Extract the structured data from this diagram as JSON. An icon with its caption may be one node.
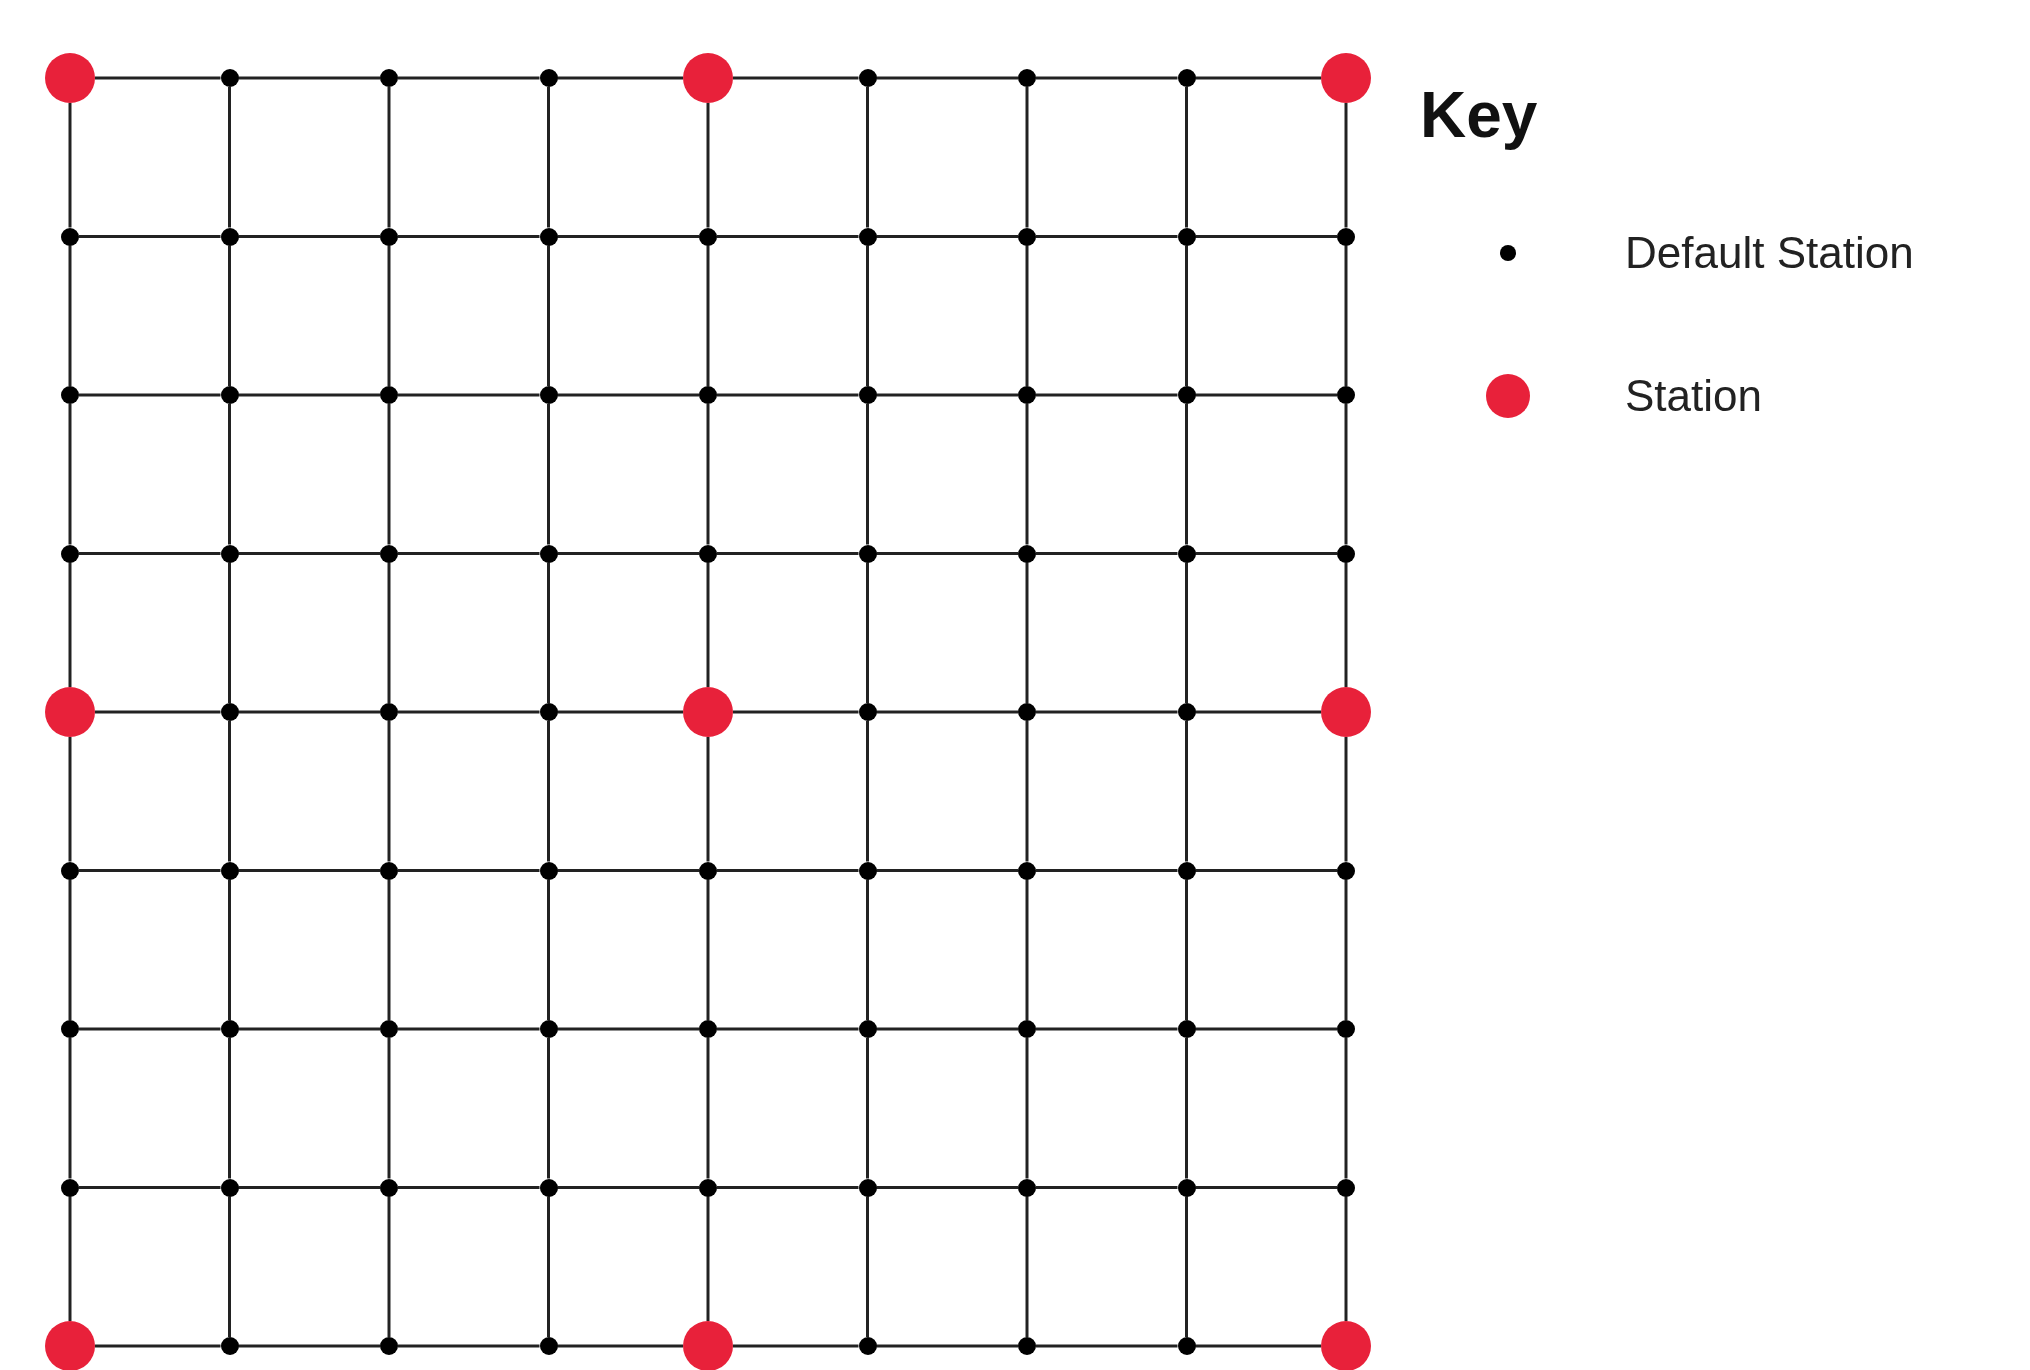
{
  "diagram": {
    "nodes": [
      {
        "text": [],
        "shape": "circle"
      },
      {
        "text": [],
        "shape": "circle"
      },
      {
        "text": [],
        "shape": "circle"
      },
      {
        "text": [],
        "shape": "circle"
      },
      {
        "text": [],
        "shape": "circle"
      },
      {
        "text": [],
        "shape": "circle"
      },
      {
        "text": [],
        "shape": "circle"
      },
      {
        "text": [],
        "shape": "circle"
      },
      {
        "text": [],
        "shape": "circle"
      },
      {
        "text": [],
        "shape": "circle"
      },
      {
        "text": [],
        "shape": "circle"
      },
      {
        "text": [],
        "shape": "circle"
      },
      {
        "text": [],
        "shape": "circle"
      },
      {
        "text": [],
        "shape": "circle"
      },
      {
        "text": [],
        "shape": "circle"
      },
      {
        "text": [],
        "shape": "circle"
      },
      {
        "text": [],
        "shape": "circle"
      },
      {
        "text": [],
        "shape": "circle"
      },
      {
        "text": [],
        "shape": "circle"
      },
      {
        "text": [],
        "shape": "circle"
      },
      {
        "text": [],
        "shape": "circle"
      },
      {
        "text": [],
        "shape": "circle"
      },
      {
        "text": [],
        "shape": "circle"
      },
      {
        "text": [],
        "shape": "circle"
      },
      {
        "text": [],
        "shape": "circle"
      },
      {
        "text": [],
        "shape": "circle"
      },
      {
        "text": [],
        "shape": "circle"
      },
      {
        "text": [],
        "shape": "circle"
      },
      {
        "text": [],
        "shape": "circle"
      },
      {
        "text": [],
        "shape": "circle"
      },
      {
        "text": [],
        "shape": "circle"
      },
      {
        "text": [],
        "shape": "circle"
      },
      {
        "text": [],
        "shape": "circle"
      },
      {
        "text": [],
        "shape": "circle"
      },
      {
        "text": [],
        "shape": "circle"
      },
      {
        "text": [],
        "shape": "circle"
      },
      {
        "text": [],
        "shape": "circle"
      },
      {
        "text": [],
        "shape": "circle"
      },
      {
        "text": [],
        "shape": "circle"
      },
      {
        "text": [],
        "shape": "circle"
      },
      {
        "text": [],
        "shape": "circle"
      },
      {
        "text": [],
        "shape": "circle"
      },
      {
        "text": [],
        "shape": "circle"
      },
      {
        "text": [],
        "shape": "circle"
      },
      {
        "text": [],
        "shape": "circle"
      },
      {
        "text": [],
        "shape": "circle"
      },
      {
        "text": [],
        "shape": "circle"
      },
      {
        "text": [],
        "shape": "circle"
      },
      {
        "text": [],
        "shape": "circle"
      },
      {
        "text": [],
        "shape": "circle"
      },
      {
        "text": [],
        "shape": "circle"
      },
      {
        "text": [],
        "shape": "circle"
      },
      {
        "text": [],
        "shape": "circle"
      },
      {
        "text": [],
        "shape": "circle"
      },
      {
        "text": [],
        "shape": "circle"
      },
      {
        "text": [],
        "shape": "circle"
      },
      {
        "text": [],
        "shape": "circle"
      },
      {
        "text": [],
        "shape": "circle"
      },
      {
        "text": [],
        "shape": "circle"
      },
      {
        "text": [],
        "shape": "circle"
      },
      {
        "text": [],
        "shape": "circle"
      },
      {
        "text": [],
        "shape": "circle"
      },
      {
        "text": [],
        "shape": "circle"
      },
      {
        "text": [],
        "shape": "circle"
      },
      {
        "text": [],
        "shape": "circle"
      },
      {
        "text": [],
        "shape": "circle"
      },
      {
        "text": [],
        "shape": "circle"
      },
      {
        "text": [],
        "shape": "circle"
      },
      {
        "text": [],
        "shape": "circle"
      },
      {
        "text": [],
        "shape": "circle"
      },
      {
        "text": [],
        "shape": "circle"
      },
      {
        "text": [],
        "shape": "circle"
      },
      {
        "text": [],
        "shape": "circle"
      },
      {
        "text": [],
        "shape": "circle"
      },
      {
        "text": [],
        "shape": "circle"
      },
      {
        "text": [],
        "shape": "circle"
      },
      {
        "text": [],
        "shape": "circle"
      },
      {
        "text": [],
        "shape": "circle"
      },
      {
        "text": [],
        "shape": "circle"
      },
      {
        "text": [],
        "shape": "circle"
      },
      {
        "text": [],
        "shape": "circle"
      }
    ],
    "edges": [
      {
        "from": 0,
        "to": 1,
        "arrow": "none"
      },
      {
        "from": 0,
        "to": 9,
        "arrow": "none"
      },
      {
        "from": 1,
        "to": 2,
        "arrow": "none"
      },
      {
        "from": 1,
        "to": 10,
        "arrow": "none"
      },
      {
        "from": 2,
        "to": 3,
        "arrow": "none"
      },
      {
        "from": 2,
        "to": 11,
        "arrow": "none"
      },
      {
        "from": 3,
        "to": 4,
        "arrow": "none"
      },
      {
        "from": 3,
        "to": 12,
        "arrow": "none"
      },
      {
        "from": 4,
        "to": 5,
        "arrow": "none"
      },
      {
        "from": 4,
        "to": 13,
        "arrow": "none"
      },
      {
        "from": 5,
        "to": 6,
        "arrow": "none"
      },
      {
        "from": 5,
        "to": 14,
        "arrow": "none"
      },
      {
        "from": 6,
        "to": 7,
        "arrow": "none"
      },
      {
        "from": 6,
        "to": 15,
        "arrow": "none"
      },
      {
        "from": 7,
        "to": 8,
        "arrow": "none"
      },
      {
        "from": 7,
        "to": 16,
        "arrow": "none"
      },
      {
        "from": 8,
        "to": 17,
        "arrow": "none"
      },
      {
        "from": 9,
        "to": 10,
        "arrow": "none"
      },
      {
        "from": 9,
        "to": 18,
        "arrow": "none"
      },
      {
        "from": 10,
        "to": 11,
        "arrow": "none"
      },
      {
        "from": 10,
        "to": 19,
        "arrow": "none"
      },
      {
        "from": 11,
        "to": 12,
        "arrow": "none"
      },
      {
        "from": 11,
        "to": 20,
        "arrow": "none"
      },
      {
        "from": 12,
        "to": 13,
        "arrow": "none"
      },
      {
        "from": 12,
        "to": 21,
        "arrow": "none"
      },
      {
        "from": 13,
        "to": 14,
        "arrow": "none"
      },
      {
        "from": 13,
        "to": 22,
        "arrow": "none"
      },
      {
        "from": 14,
        "to": 15,
        "arrow": "none"
      },
      {
        "from": 14,
        "to": 23,
        "arrow": "none"
      },
      {
        "from": 15,
        "to": 16,
        "arrow": "none"
      },
      {
        "from": 15,
        "to": 24,
        "arrow": "none"
      },
      {
        "from": 16,
        "to": 17,
        "arrow": "none"
      },
      {
        "from": 16,
        "to": 25,
        "arrow": "none"
      },
      {
        "from": 17,
        "to": 26,
        "arrow": "none"
      },
      {
        "from": 18,
        "to": 19,
        "arrow": "none"
      },
      {
        "from": 18,
        "to": 27,
        "arrow": "none"
      },
      {
        "from": 19,
        "to": 20,
        "arrow": "none"
      },
      {
        "from": 19,
        "to": 28,
        "arrow": "none"
      },
      {
        "from": 20,
        "to": 21,
        "arrow": "none"
      },
      {
        "from": 20,
        "to": 29,
        "arrow": "none"
      },
      {
        "from": 21,
        "to": 22,
        "arrow": "none"
      },
      {
        "from": 21,
        "to": 30,
        "arrow": "none"
      },
      {
        "from": 22,
        "to": 23,
        "arrow": "none"
      },
      {
        "from": 22,
        "to": 31,
        "arrow": "none"
      },
      {
        "from": 23,
        "to": 24,
        "arrow": "none"
      },
      {
        "from": 23,
        "to": 32,
        "arrow": "none"
      },
      {
        "from": 24,
        "to": 25,
        "arrow": "none"
      },
      {
        "from": 24,
        "to": 33,
        "arrow": "none"
      },
      {
        "from": 25,
        "to": 26,
        "arrow": "none"
      },
      {
        "from": 25,
        "to": 34,
        "arrow": "none"
      },
      {
        "from": 26,
        "to": 35,
        "arrow": "none"
      },
      {
        "from": 27,
        "to": 28,
        "arrow": "none"
      },
      {
        "from": 27,
        "to": 36,
        "arrow": "none"
      },
      {
        "from": 28,
        "to": 29,
        "arrow": "none"
      },
      {
        "from": 28,
        "to": 37,
        "arrow": "none"
      },
      {
        "from": 29,
        "to": 30,
        "arrow": "none"
      },
      {
        "from": 29,
        "to": 38,
        "arrow": "none"
      },
      {
        "from": 30,
        "to": 31,
        "arrow": "none"
      },
      {
        "from": 30,
        "to": 39,
        "arrow": "none"
      },
      {
        "from": 31,
        "to": 32,
        "arrow": "none"
      },
      {
        "from": 31,
        "to": 40,
        "arrow": "none"
      },
      {
        "from": 32,
        "to": 33,
        "arrow": "none"
      },
      {
        "from": 32,
        "to": 41,
        "arrow": "none"
      },
      {
        "from": 33,
        "to": 34,
        "arrow": "none"
      },
      {
        "from": 33,
        "to": 42,
        "arrow": "none"
      },
      {
        "from": 34,
        "to": 35,
        "arrow": "none"
      },
      {
        "from": 34,
        "to": 43,
        "arrow": "none"
      },
      {
        "from": 35,
        "to": 44,
        "arrow": "none"
      },
      {
        "from": 36,
        "to": 37,
        "arrow": "none"
      },
      {
        "from": 36,
        "to": 45,
        "arrow": "none"
      },
      {
        "from": 37,
        "to": 38,
        "arrow": "none"
      },
      {
        "from": 37,
        "to": 46,
        "arrow": "none"
      },
      {
        "from": 38,
        "to": 39,
        "arrow": "none"
      },
      {
        "from": 38,
        "to": 47,
        "arrow": "none"
      },
      {
        "from": 39,
        "to": 40,
        "arrow": "none"
      },
      {
        "from": 39,
        "to": 48,
        "arrow": "none"
      },
      {
        "from": 40,
        "to": 41,
        "arrow": "none"
      },
      {
        "from": 40,
        "to": 49,
        "arrow": "none"
      },
      {
        "from": 41,
        "to": 42,
        "arrow": "none"
      },
      {
        "from": 41,
        "to": 50,
        "arrow": "none"
      },
      {
        "from": 42,
        "to": 43,
        "arrow": "none"
      },
      {
        "from": 42,
        "to": 51,
        "arrow": "none"
      },
      {
        "from": 43,
        "to": 44,
        "arrow": "none"
      },
      {
        "from": 43,
        "to": 52,
        "arrow": "none"
      },
      {
        "from": 44,
        "to": 53,
        "arrow": "none"
      },
      {
        "from": 45,
        "to": 46,
        "arrow": "none"
      },
      {
        "from": 45,
        "to": 54,
        "arrow": "none"
      },
      {
        "from": 46,
        "to": 47,
        "arrow": "none"
      },
      {
        "from": 46,
        "to": 55,
        "arrow": "none"
      },
      {
        "from": 47,
        "to": 48,
        "arrow": "none"
      },
      {
        "from": 47,
        "to": 56,
        "arrow": "none"
      },
      {
        "from": 48,
        "to": 49,
        "arrow": "none"
      },
      {
        "from": 48,
        "to": 57,
        "arrow": "none"
      },
      {
        "from": 49,
        "to": 50,
        "arrow": "none"
      },
      {
        "from": 49,
        "to": 58,
        "arrow": "none"
      },
      {
        "from": 50,
        "to": 51,
        "arrow": "none"
      },
      {
        "from": 50,
        "to": 59,
        "arrow": "none"
      },
      {
        "from": 51,
        "to": 52,
        "arrow": "none"
      },
      {
        "from": 51,
        "to": 60,
        "arrow": "none"
      },
      {
        "from": 52,
        "to": 53,
        "arrow": "none"
      },
      {
        "from": 52,
        "to": 61,
        "arrow": "none"
      },
      {
        "from": 53,
        "to": 62,
        "arrow": "none"
      },
      {
        "from": 54,
        "to": 55,
        "arrow": "none"
      },
      {
        "from": 54,
        "to": 63,
        "arrow": "none"
      },
      {
        "from": 55,
        "to": 56,
        "arrow": "none"
      },
      {
        "from": 55,
        "to": 64,
        "arrow": "none"
      },
      {
        "from": 56,
        "to": 57,
        "arrow": "none"
      },
      {
        "from": 56,
        "to": 65,
        "arrow": "none"
      },
      {
        "from": 57,
        "to": 58,
        "arrow": "none"
      },
      {
        "from": 57,
        "to": 66,
        "arrow": "none"
      },
      {
        "from": 58,
        "to": 59,
        "arrow": "none"
      },
      {
        "from": 58,
        "to": 67,
        "arrow": "none"
      },
      {
        "from": 59,
        "to": 60,
        "arrow": "none"
      },
      {
        "from": 59,
        "to": 68,
        "arrow": "none"
      },
      {
        "from": 60,
        "to": 61,
        "arrow": "none"
      },
      {
        "from": 60,
        "to": 69,
        "arrow": "none"
      },
      {
        "from": 61,
        "to": 62,
        "arrow": "none"
      },
      {
        "from": 61,
        "to": 70,
        "arrow": "none"
      },
      {
        "from": 62,
        "to": 71,
        "arrow": "none"
      },
      {
        "from": 63,
        "to": 64,
        "arrow": "none"
      },
      {
        "from": 63,
        "to": 72,
        "arrow": "none"
      },
      {
        "from": 64,
        "to": 65,
        "arrow": "none"
      },
      {
        "from": 64,
        "to": 73,
        "arrow": "none"
      },
      {
        "from": 65,
        "to": 66,
        "arrow": "none"
      },
      {
        "from": 65,
        "to": 74,
        "arrow": "none"
      },
      {
        "from": 66,
        "to": 67,
        "arrow": "none"
      },
      {
        "from": 66,
        "to": 75,
        "arrow": "none"
      },
      {
        "from": 67,
        "to": 68,
        "arrow": "none"
      },
      {
        "from": 67,
        "to": 76,
        "arrow": "none"
      },
      {
        "from": 68,
        "to": 69,
        "arrow": "none"
      },
      {
        "from": 68,
        "to": 77,
        "arrow": "none"
      },
      {
        "from": 69,
        "to": 70,
        "arrow": "none"
      },
      {
        "from": 69,
        "to": 78,
        "arrow": "none"
      },
      {
        "from": 70,
        "to": 71,
        "arrow": "none"
      },
      {
        "from": 70,
        "to": 79,
        "arrow": "none"
      },
      {
        "from": 71,
        "to": 80,
        "arrow": "none"
      },
      {
        "from": 72,
        "to": 73,
        "arrow": "none"
      },
      {
        "from": 73,
        "to": 74,
        "arrow": "none"
      },
      {
        "from": 74,
        "to": 75,
        "arrow": "none"
      },
      {
        "from": 75,
        "to": 76,
        "arrow": "none"
      },
      {
        "from": 76,
        "to": 77,
        "arrow": "none"
      },
      {
        "from": 77,
        "to": 78,
        "arrow": "none"
      },
      {
        "from": 78,
        "to": 79,
        "arrow": "none"
      },
      {
        "from": 79,
        "to": 80,
        "arrow": "none"
      }
    ],
    "labels": [
      "Key"
    ],
    "legend": [
      {
        "text": "Default Station",
        "color": "#000000"
      },
      {
        "text": "Station",
        "color": "#e8213a"
      }
    ]
  }
}
